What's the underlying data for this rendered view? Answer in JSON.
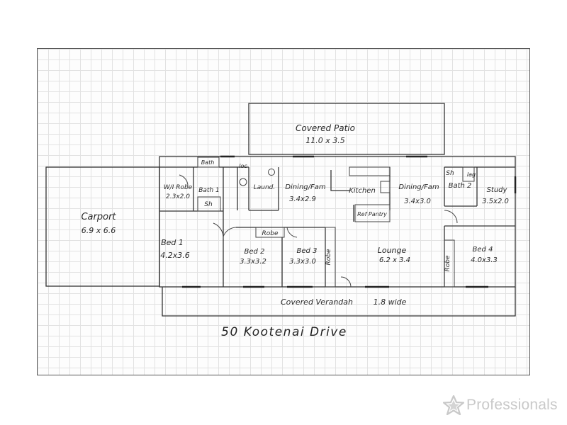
{
  "rooms": {
    "covered_patio": {
      "name": "Covered Patio",
      "size": "11.0 x 3.5"
    },
    "carport": {
      "name": "Carport",
      "size": "6.9 x 6.6"
    },
    "wir": {
      "name": "W/I Robe",
      "size": "2.3x2.0"
    },
    "bath1": {
      "name": "Bath 1"
    },
    "bath": {
      "name": "Bath"
    },
    "sh1": {
      "name": "Sh"
    },
    "loc": {
      "name": "loc"
    },
    "laundry": {
      "name": "Laund."
    },
    "dining_fam1": {
      "name": "Dining/Fam",
      "size": "3.4x2.9"
    },
    "kitchen": {
      "name": "Kitchen"
    },
    "ref_pantry": {
      "name": "Ref Pantry"
    },
    "dining_fam2": {
      "name": "Dining/Fam",
      "size": "3.4x3.0"
    },
    "sh2": {
      "name": "Sh"
    },
    "wc": {
      "name": "lag"
    },
    "bath2": {
      "name": "Bath 2"
    },
    "study": {
      "name": "Study",
      "size": "3.5x2.0"
    },
    "bed1": {
      "name": "Bed 1",
      "size": "4.2x3.6"
    },
    "robe1": {
      "name": "Robe"
    },
    "bed2": {
      "name": "Bed 2",
      "size": "3.3x3.2"
    },
    "bed3": {
      "name": "Bed 3",
      "size": "3.3x3.0"
    },
    "robe2": {
      "name": "Robe"
    },
    "lounge": {
      "name": "Lounge",
      "size": "6.2 x 3.4"
    },
    "robe3": {
      "name": "Robe"
    },
    "bed4": {
      "name": "Bed 4",
      "size": "4.0x3.3"
    },
    "verandah": {
      "name": "Covered Verandah",
      "size": "1.8 wide"
    }
  },
  "caption": "50 Kootenai Drive",
  "logo": {
    "text": "Professionals",
    "icon": "star-logo-icon",
    "color": "#c9c9c9"
  }
}
